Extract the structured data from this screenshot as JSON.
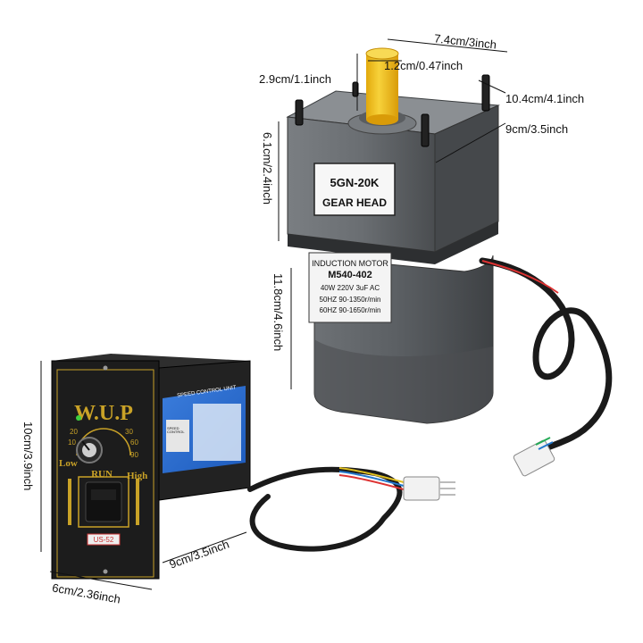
{
  "dimensions": {
    "total_width": "7.4cm/3inch",
    "shaft_length": "2.9cm/1.1inch",
    "shaft_diameter": "1.2cm/0.47inch",
    "bolt_spacing": "10.4cm/4.1inch",
    "housing_depth": "9cm/3.5inch",
    "gearhead_height": "6.1cm/2.4inch",
    "motor_height": "11.8cm/4.6inch",
    "controller_height": "10cm/3.9inch",
    "controller_width": "6cm/2.36inch",
    "cable_length": "9cm/3.5inch"
  },
  "gearhead_label": {
    "line1": "5GN-20K",
    "line2": "GEAR  HEAD"
  },
  "motor_label": {
    "line1": "INDUCTION MOTOR",
    "line2": "M540-402",
    "line3": "40W  220V  3uF  AC",
    "line4": "50HZ  90-1350r/min",
    "line5": "60HZ  90-1650r/min"
  },
  "controller": {
    "brand": "W.U.P",
    "low": "Low",
    "high": "High",
    "run": "RUN",
    "model": "US-52",
    "scale": [
      "10",
      "20",
      "30",
      "60",
      "90"
    ],
    "side_label": "SPEED CONTROL UNIT",
    "side_box": "SPEED CONTROL"
  },
  "colors": {
    "motor_gray": "#5e6266",
    "shaft_yellow": "#f0c419",
    "controller_black": "#1c1c1c",
    "panel_gold": "#c9a227",
    "side_sticker_blue": "#2f6fd1"
  }
}
